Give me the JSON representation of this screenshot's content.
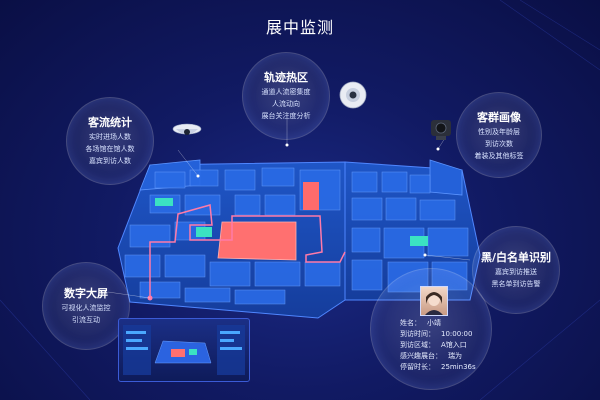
{
  "page": {
    "title": "展中监测"
  },
  "bubbles": {
    "trajectory": {
      "title": "轨迹热区",
      "lines": [
        "通道人流密集度",
        "人流动向",
        "展台关注度分析"
      ]
    },
    "passenger_stats": {
      "title": "客流统计",
      "lines": [
        "实时进场人数",
        "各场馆在馆人数",
        "嘉宾到访人数"
      ]
    },
    "persona": {
      "title": "客群画像",
      "lines": [
        "性别及年龄层",
        "到访次数",
        "着装及其他标签"
      ]
    },
    "blacklist": {
      "title": "黑/白名单识别",
      "lines": [
        "嘉宾到访推送",
        "黑名单到访告警"
      ]
    },
    "big_screen": {
      "title": "数字大屏",
      "lines": [
        "可视化人流监控",
        "引流互动"
      ]
    }
  },
  "visitor_card": {
    "fields": [
      {
        "label": "姓名：",
        "value": "小靖"
      },
      {
        "label": "到访时间：",
        "value": "10:00:00"
      },
      {
        "label": "到访区域：",
        "value": "A馆入口"
      },
      {
        "label": "感兴趣展台：",
        "value": "瑞为"
      },
      {
        "label": "停留时长：",
        "value": "25min36s"
      }
    ]
  },
  "colors": {
    "background": "#111a63",
    "map_floor": "#1a47b8",
    "map_room": "#1f5fd6",
    "hot_zone": "#ff6b6b",
    "accent_cyan": "#3be2c2",
    "route": "#ff7aa8"
  },
  "icons": {
    "dome_camera": "dome-camera-icon",
    "round_camera": "round-camera-icon",
    "box_camera": "box-camera-icon",
    "avatar": "visitor-avatar"
  }
}
